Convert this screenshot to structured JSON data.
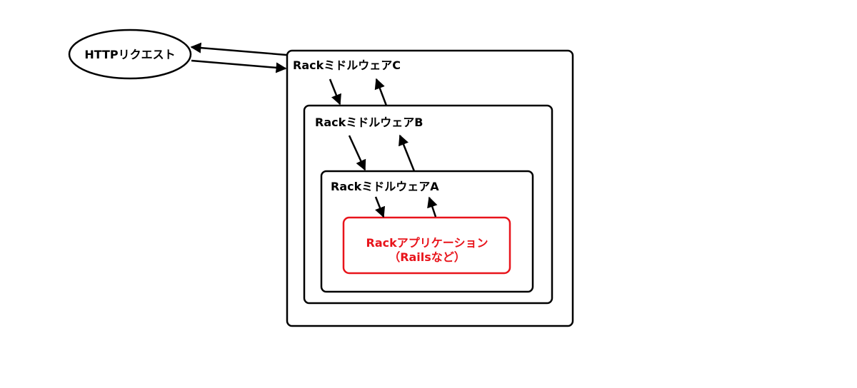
{
  "request": {
    "label": "HTTPリクエスト"
  },
  "middlewares": [
    {
      "label": "RackミドルウェアC"
    },
    {
      "label": "RackミドルウェアB"
    },
    {
      "label": "RackミドルウェアA"
    }
  ],
  "application": {
    "line1": "Rackアプリケーション",
    "line2": "（Railsなど）",
    "color": "#e8141b"
  },
  "colors": {
    "stroke": "#000000",
    "background": "#ffffff"
  }
}
